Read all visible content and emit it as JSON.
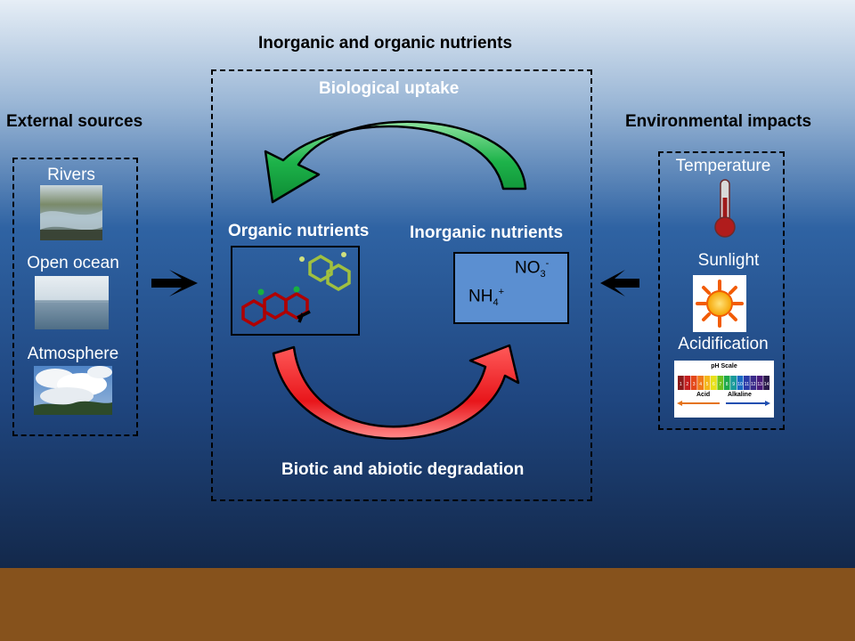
{
  "title": "Inorganic and organic nutrients",
  "external": {
    "heading": "External sources",
    "items": [
      "Rivers",
      "Open ocean",
      "Atmosphere"
    ]
  },
  "environment": {
    "heading": "Environmental impacts",
    "items": [
      "Temperature",
      "Sunlight",
      "Acidification"
    ],
    "ph_scale": {
      "title": "pH Scale",
      "acid": "Acid",
      "alkaline": "Alkaline",
      "numbers": [
        "1",
        "2",
        "3",
        "4",
        "5",
        "6",
        "7",
        "8",
        "9",
        "10",
        "11",
        "12",
        "13",
        "14"
      ]
    }
  },
  "cycle": {
    "top_label": "Biological uptake",
    "bottom_label": "Biotic and abiotic degradation",
    "organic_label": "Organic nutrients",
    "inorganic_label": "Inorganic nutrients",
    "no3": {
      "base": "NO",
      "sub": "3",
      "sup": "-"
    },
    "nh4": {
      "base": "NH",
      "sub": "4",
      "sup": "+"
    }
  },
  "colors": {
    "sky_top": "#e6eef6",
    "sea_mid": "#2c5e9c",
    "sea_deep": "#13284a",
    "seabed": "#86521c",
    "uptake_arrow": "#1db34a",
    "degradation_arrow": "#e8161b",
    "inorganic_box": "#5b8fd1"
  }
}
